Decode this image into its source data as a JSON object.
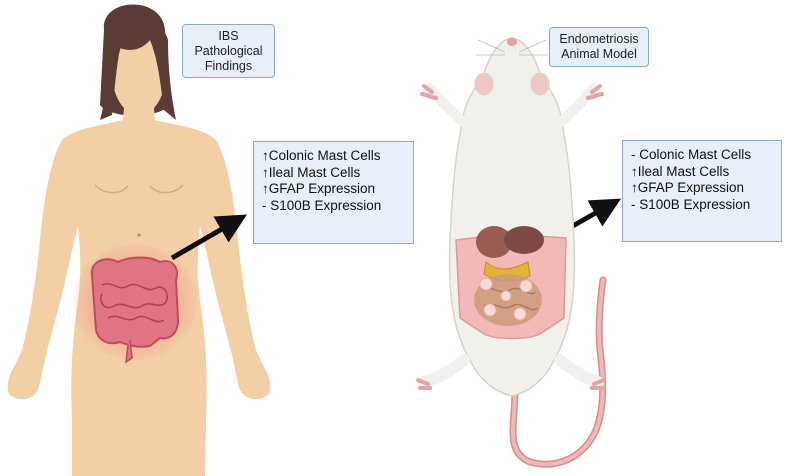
{
  "left_panel": {
    "title_lines": [
      "IBS",
      "Pathological",
      "Findings"
    ],
    "findings": [
      "↑Colonic Mast Cells",
      "↑Ileal Mast Cells",
      "↑GFAP Expression",
      "- S100B Expression"
    ]
  },
  "right_panel": {
    "title_lines": [
      "Endometriosis",
      "Animal Model"
    ],
    "findings": [
      "- Colonic Mast Cells",
      "↑Ileal Mast Cells",
      "↑GFAP Expression",
      "- S100B Expression"
    ]
  },
  "colors": {
    "skin": "#f3cfa6",
    "hair": "#5a3b35",
    "intestine": "#d9606b",
    "rat_body": "#f2f0ea",
    "rat_pink": "#f3b9b9",
    "tail": "#e59b9b",
    "box_fill": "#e8eff8",
    "box_border": "#8aa6c8",
    "arrow": "#111111"
  }
}
